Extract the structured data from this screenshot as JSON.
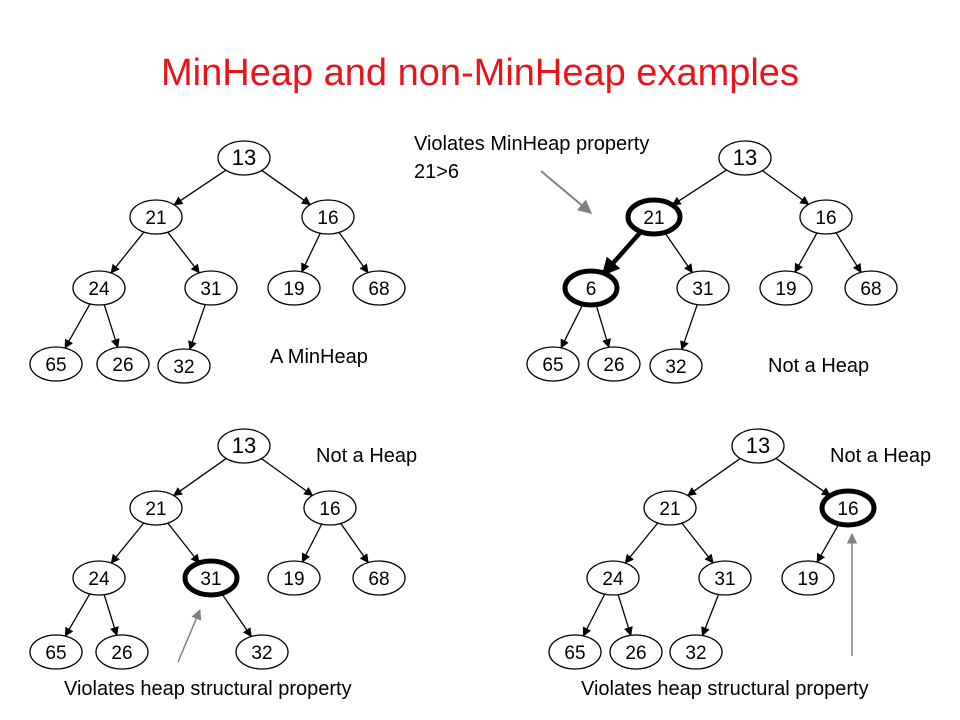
{
  "title": "MinHeap and non-MinHeap examples",
  "colors": {
    "title": "#e8141c",
    "arrow_gray": "#808080"
  },
  "trees": [
    {
      "id": "tree-1",
      "nodes": [
        {
          "id": "a",
          "value": "13"
        },
        {
          "id": "b",
          "value": "21"
        },
        {
          "id": "c",
          "value": "16"
        },
        {
          "id": "d",
          "value": "24"
        },
        {
          "id": "e",
          "value": "31"
        },
        {
          "id": "f",
          "value": "19"
        },
        {
          "id": "g",
          "value": "68"
        },
        {
          "id": "h",
          "value": "65"
        },
        {
          "id": "i",
          "value": "26"
        },
        {
          "id": "j",
          "value": "32"
        }
      ],
      "edges": [
        [
          "a",
          "b"
        ],
        [
          "a",
          "c"
        ],
        [
          "b",
          "d"
        ],
        [
          "b",
          "e"
        ],
        [
          "c",
          "f"
        ],
        [
          "c",
          "g"
        ],
        [
          "d",
          "h"
        ],
        [
          "d",
          "i"
        ],
        [
          "e",
          "j"
        ]
      ],
      "highlighted_nodes": [],
      "highlighted_edges": []
    },
    {
      "id": "tree-2",
      "nodes": [
        {
          "id": "a",
          "value": "13"
        },
        {
          "id": "b",
          "value": "21"
        },
        {
          "id": "c",
          "value": "16"
        },
        {
          "id": "d",
          "value": "6"
        },
        {
          "id": "e",
          "value": "31"
        },
        {
          "id": "f",
          "value": "19"
        },
        {
          "id": "g",
          "value": "68"
        },
        {
          "id": "h",
          "value": "65"
        },
        {
          "id": "i",
          "value": "26"
        },
        {
          "id": "j",
          "value": "32"
        }
      ],
      "edges": [
        [
          "a",
          "b"
        ],
        [
          "a",
          "c"
        ],
        [
          "b",
          "d"
        ],
        [
          "b",
          "e"
        ],
        [
          "c",
          "f"
        ],
        [
          "c",
          "g"
        ],
        [
          "d",
          "h"
        ],
        [
          "d",
          "i"
        ],
        [
          "e",
          "j"
        ]
      ],
      "highlighted_nodes": [
        "b",
        "d"
      ],
      "highlighted_edges": [
        [
          "b",
          "d"
        ]
      ]
    },
    {
      "id": "tree-3",
      "nodes": [
        {
          "id": "a",
          "value": "13"
        },
        {
          "id": "b",
          "value": "21"
        },
        {
          "id": "c",
          "value": "16"
        },
        {
          "id": "d",
          "value": "24"
        },
        {
          "id": "e",
          "value": "31"
        },
        {
          "id": "f",
          "value": "19"
        },
        {
          "id": "g",
          "value": "68"
        },
        {
          "id": "h",
          "value": "65"
        },
        {
          "id": "i",
          "value": "26"
        },
        {
          "id": "j",
          "value": "32"
        }
      ],
      "edges": [
        [
          "a",
          "b"
        ],
        [
          "a",
          "c"
        ],
        [
          "b",
          "d"
        ],
        [
          "b",
          "e"
        ],
        [
          "c",
          "f"
        ],
        [
          "c",
          "g"
        ],
        [
          "d",
          "h"
        ],
        [
          "d",
          "i"
        ],
        [
          "e",
          "j"
        ]
      ],
      "highlighted_nodes": [
        "e"
      ],
      "highlighted_edges": []
    },
    {
      "id": "tree-4",
      "nodes": [
        {
          "id": "a",
          "value": "13"
        },
        {
          "id": "b",
          "value": "21"
        },
        {
          "id": "c",
          "value": "16"
        },
        {
          "id": "d",
          "value": "24"
        },
        {
          "id": "e",
          "value": "31"
        },
        {
          "id": "f",
          "value": "19"
        },
        {
          "id": "h",
          "value": "65"
        },
        {
          "id": "i",
          "value": "26"
        },
        {
          "id": "j",
          "value": "32"
        }
      ],
      "edges": [
        [
          "a",
          "b"
        ],
        [
          "a",
          "c"
        ],
        [
          "b",
          "d"
        ],
        [
          "b",
          "e"
        ],
        [
          "c",
          "f"
        ],
        [
          "d",
          "h"
        ],
        [
          "d",
          "i"
        ],
        [
          "e",
          "j"
        ]
      ],
      "highlighted_nodes": [
        "c"
      ],
      "highlighted_edges": []
    }
  ],
  "labels": {
    "minheap": "A MinHeap",
    "violates_minheap_line1": "Violates MinHeap property",
    "violates_minheap_line2": "21>6",
    "not_heap_2": "Not a Heap",
    "not_heap_3": "Not a Heap",
    "not_heap_4": "Not a Heap",
    "structural_3": "Violates heap structural property",
    "structural_4": "Violates heap structural property"
  }
}
